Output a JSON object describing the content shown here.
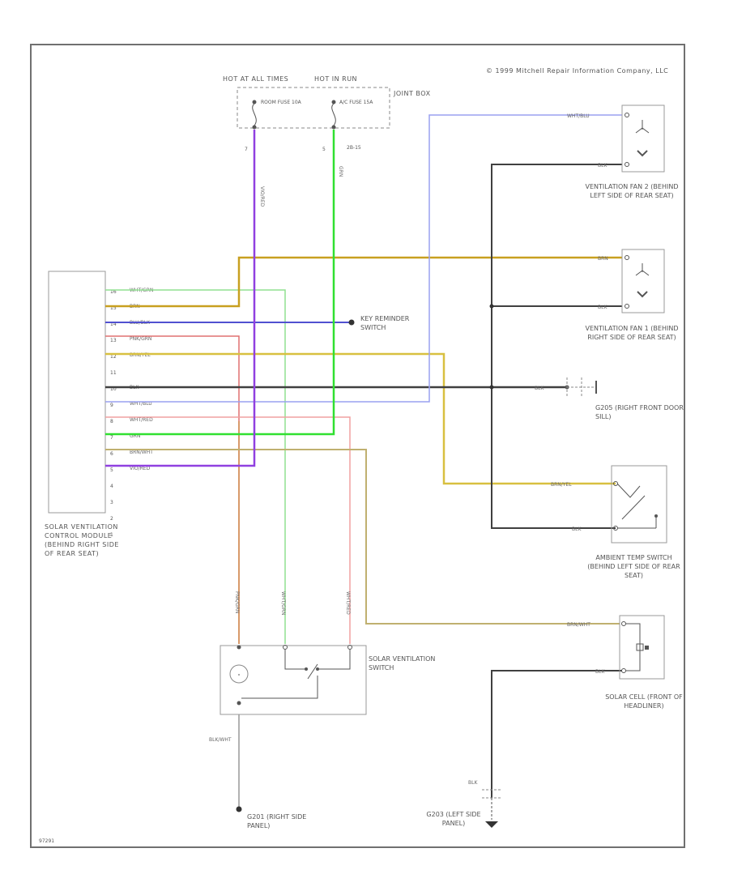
{
  "copyright": "© 1999 Mitchell Repair Information Company, LLC",
  "footer_code": "97291",
  "colors": {
    "border": "#707070",
    "component": "#888888",
    "violet_red": "#9040e0",
    "green": "#30e030",
    "white_green": "#90e090",
    "white_blue": "#9aa0f0",
    "brown": "#c8a020",
    "blue_black": "#5050d0",
    "pink_green": "#e07070",
    "brown_yellow": "#d8c040",
    "black": "#404040",
    "white_red": "#f0a0a0",
    "brown_white": "#c0b070"
  },
  "fuse_box": {
    "hot_at": "HOT AT ALL TIMES",
    "hot_in_run": "HOT IN RUN",
    "joint_box": "JOINT BOX",
    "room_fuse": "ROOM FUSE 10A",
    "ac_fuse": "A/C FUSE 15A",
    "pin_left": "7",
    "pin_right": "5",
    "connector": "2B-15"
  },
  "module": {
    "label": "SOLAR VENTILATION CONTROL MODULE (BEHIND RIGHT SIDE OF REAR SEAT)",
    "pins": [
      "16",
      "15",
      "14",
      "13",
      "12",
      "11",
      "10",
      "9",
      "8",
      "7",
      "6",
      "5",
      "4",
      "3",
      "2",
      "1"
    ],
    "wires": [
      {
        "pin": "16",
        "color": "WHT/GRN"
      },
      {
        "pin": "15",
        "color": "BRN"
      },
      {
        "pin": "14",
        "color": "BLU/BLK"
      },
      {
        "pin": "13",
        "color": "PNK/GRN"
      },
      {
        "pin": "12",
        "color": "BRN/YEL"
      },
      {
        "pin": "11",
        "color": ""
      },
      {
        "pin": "10",
        "color": "BLK"
      },
      {
        "pin": "9",
        "color": "WHT/BLU"
      },
      {
        "pin": "8",
        "color": "WHT/RED"
      },
      {
        "pin": "7",
        "color": "GRN"
      },
      {
        "pin": "6",
        "color": "BRN/WHT"
      },
      {
        "pin": "5",
        "color": "VIO/RED"
      }
    ]
  },
  "wire_labels": {
    "fuse_violet": "VIO/RED",
    "fuse_green": "GRN",
    "fan2_top": "WHT/BLU",
    "fan2_bottom": "BLK",
    "fan1_top": "BRN",
    "fan1_bottom": "BLK",
    "g_blk": "BLK",
    "ambient_top": "BRN/YEL",
    "ambient_bottom": "BLK",
    "solar_top": "BRN/WHT",
    "solar_bottom": "BLK",
    "sw_left": "PNK/GRN",
    "sw_mid": "WHT/GRN",
    "sw_right": "WHT/RED",
    "sw_ground": "BLK/WHT",
    "left_ground": "BLK"
  },
  "components": {
    "key_reminder": "KEY REMINDER SWITCH",
    "fan2": "VENTILATION FAN 2 (BEHIND LEFT SIDE OF REAR SEAT)",
    "fan1": "VENTILATION FAN 1 (BEHIND RIGHT SIDE OF REAR SEAT)",
    "g_right_front": "G205 (RIGHT FRONT DOOR SILL)",
    "ambient": "AMBIENT TEMP SWITCH (BEHIND LEFT SIDE OF REAR SEAT)",
    "solar_cell": "SOLAR CELL (FRONT OF HEADLINER)",
    "solar_switch": "SOLAR VENTILATION SWITCH",
    "g_right_side": "G201 (RIGHT SIDE PANEL)",
    "g_left_side": "G203 (LEFT SIDE PANEL)"
  }
}
